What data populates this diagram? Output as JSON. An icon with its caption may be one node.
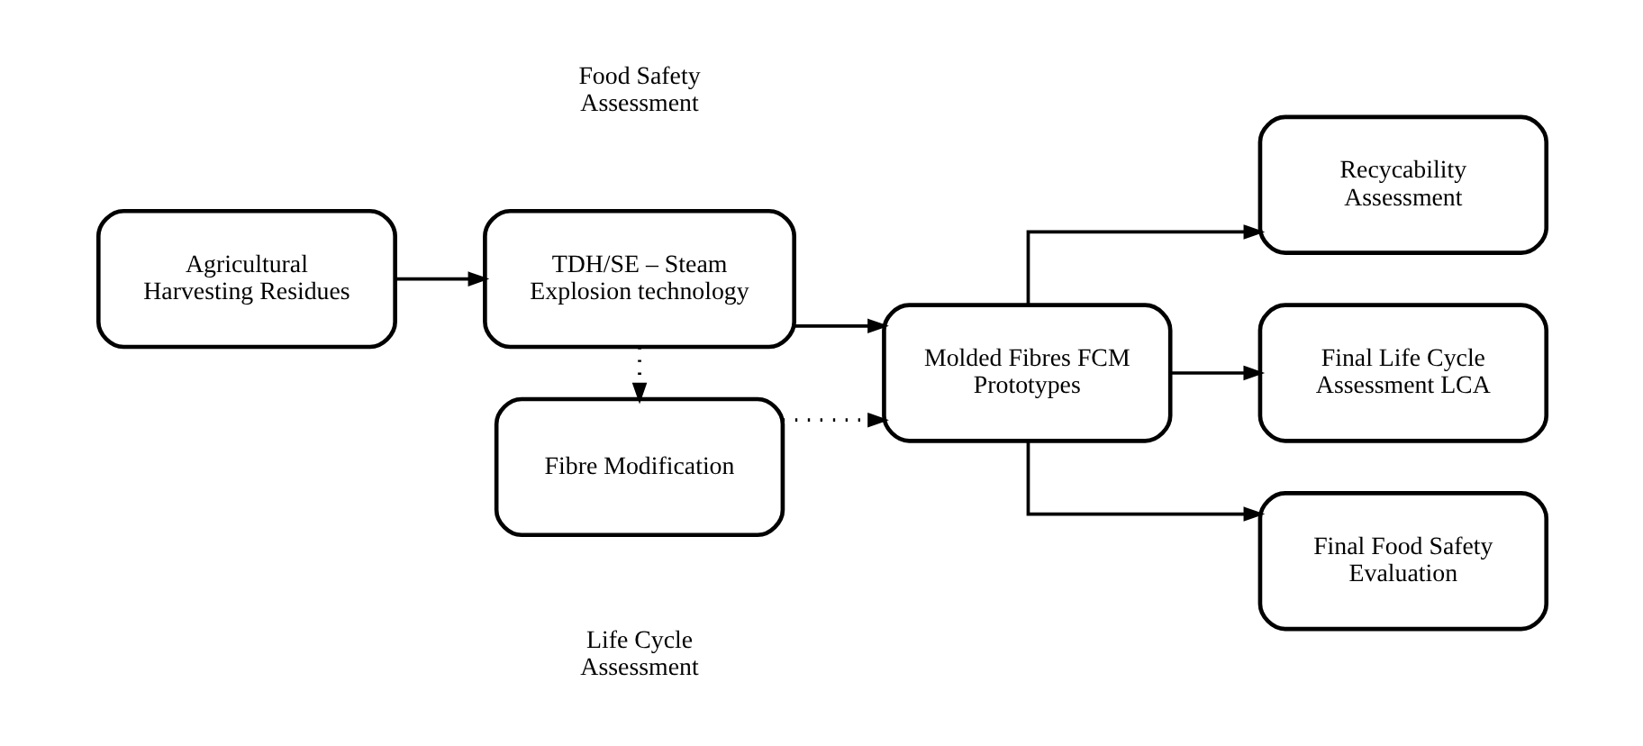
{
  "diagram": {
    "nodes": [
      {
        "text": [
          "Agricultural Harvesting Residues"
        ]
      },
      {
        "text": [
          "TDH/SE – Steam Explosion technology"
        ]
      },
      {
        "text": [
          "Molded Fibres FCM Prototypes"
        ]
      },
      {
        "text": [
          "Fibre Modification"
        ]
      },
      {
        "text": [
          "Recycability Assessment"
        ]
      },
      {
        "text": [
          "Final Life Cycle Assessment LCA"
        ]
      },
      {
        "text": [
          "Final Food Safety Evaluation"
        ]
      }
    ],
    "edges": [
      {
        "from": 0,
        "to": 1,
        "arrow": "to"
      },
      {
        "from": 1,
        "to": 2,
        "arrow": "to"
      },
      {
        "from": 1,
        "to": 3,
        "arrow": "to",
        "style": "dashed"
      },
      {
        "from": 3,
        "to": 2,
        "arrow": "to",
        "style": "dashed"
      },
      {
        "from": 2,
        "to": 4,
        "arrow": "to"
      },
      {
        "from": 2,
        "to": 5,
        "arrow": "to"
      },
      {
        "from": 2,
        "to": 6,
        "arrow": "to"
      }
    ],
    "labels": [
      "Food Safety Assessment",
      "Life Cycle Assessment"
    ]
  }
}
